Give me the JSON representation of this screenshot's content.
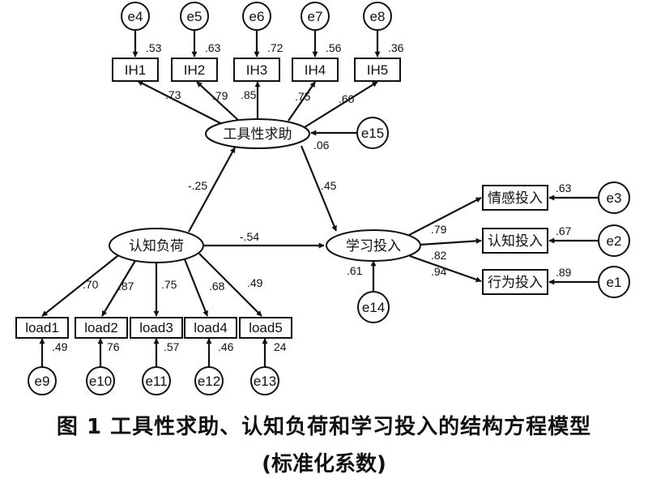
{
  "nodes": {
    "e4": "e4",
    "e5": "e5",
    "e6": "e6",
    "e7": "e7",
    "e8": "e8",
    "IH1": "IH1",
    "IH2": "IH2",
    "IH3": "IH3",
    "IH4": "IH4",
    "IH5": "IH5",
    "gjxqz": "工具性求助",
    "e15": "e15",
    "rzfh": "认知负荷",
    "xxtr": "学习投入",
    "qgtr": "情感投入",
    "rztr": "认知投入",
    "xwtr": "行为投入",
    "e3": "e3",
    "e2": "e2",
    "e1": "e1",
    "e14": "e14",
    "load1": "load1",
    "load2": "load2",
    "load3": "load3",
    "load4": "load4",
    "load5": "load5",
    "e9": "e9",
    "e10": "e10",
    "e11": "e11",
    "e12": "e12",
    "e13": "e13"
  },
  "coefficients": {
    "r2_IH1": ".53",
    "r2_IH2": ".63",
    "r2_IH3": ".72",
    "r2_IH4": ".56",
    "r2_IH5": ".36",
    "l_IH1": ".73",
    "l_IH2": ".79",
    "l_IH3": ".85",
    "l_IH4": ".75",
    "l_IH5": ".60",
    "r2_gjxqz": ".06",
    "p_rz_gj": "-.25",
    "p_gj_xx": ".45",
    "p_rz_xx": "-.54",
    "r2_xxtr": ".61",
    "l_qg": ".79",
    "l_rz": ".82",
    "l_xw": ".94",
    "r2_qg": ".63",
    "r2_rz": ".67",
    "r2_xw": ".89",
    "l_load1": ".70",
    "l_load2": ".87",
    "l_load3": ".75",
    "l_load4": ".68",
    "l_load5": ".49",
    "r2_load1": ".49",
    "r2_load2": "76",
    "r2_load3": ".57",
    "r2_load4": ".46",
    "r2_load5": "24"
  },
  "caption": {
    "line1": "图 1  工具性求助、认知负荷和学习投入的结构方程模型",
    "line2": "(标准化系数)"
  }
}
